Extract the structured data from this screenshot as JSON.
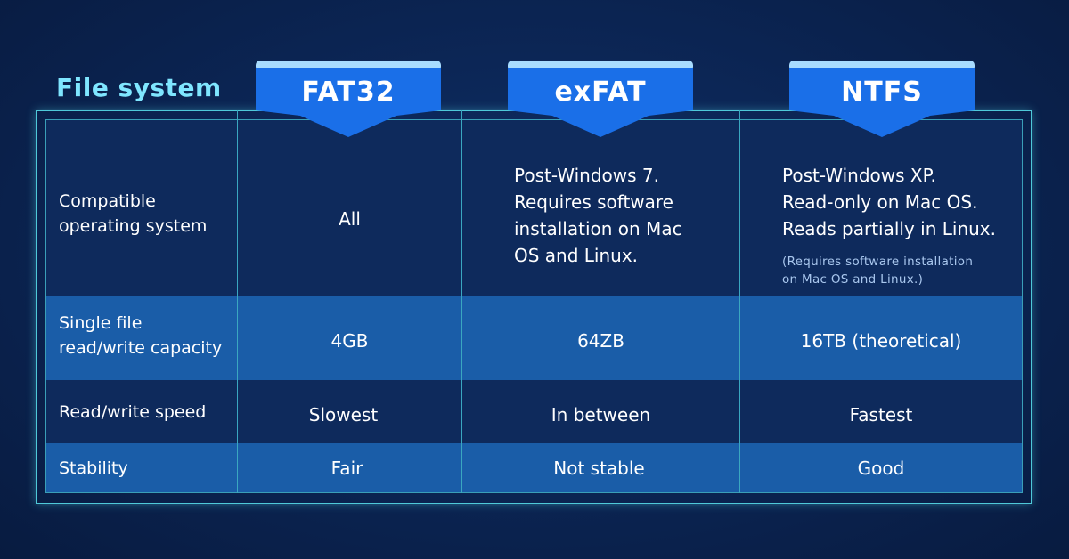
{
  "title": "File system",
  "columns": [
    "FAT32",
    "exFAT",
    "NTFS"
  ],
  "rows": {
    "compat": {
      "label": [
        "Compatible",
        "operating system"
      ],
      "fat32": "All",
      "exfat": [
        "Post-Windows 7.",
        "Requires software",
        "installation on Mac",
        "OS and Linux."
      ],
      "ntfs": [
        "Post-Windows XP.",
        "Read-only on Mac OS.",
        "Reads partially in Linux."
      ],
      "ntfs_note": [
        "(Requires software installation",
        "on Mac OS and Linux.)"
      ]
    },
    "capacity": {
      "label": [
        "Single file",
        "read/write capacity"
      ],
      "fat32": "4GB",
      "exfat": "64ZB",
      "ntfs": "16TB (theoretical)"
    },
    "speed": {
      "label": "Read/write speed",
      "fat32": "Slowest",
      "exfat": "In between",
      "ntfs": "Fastest"
    },
    "stability": {
      "label": "Stability",
      "fat32": "Fair",
      "exfat": "Not stable",
      "ntfs": "Good"
    }
  },
  "colors": {
    "background": "#0b2452",
    "title": "#7fe6ff",
    "tab": "#1a6fe8",
    "tab_top": "#a8dcff",
    "highlight_row": "#1a5da8",
    "frame": "#4fc9d9"
  }
}
